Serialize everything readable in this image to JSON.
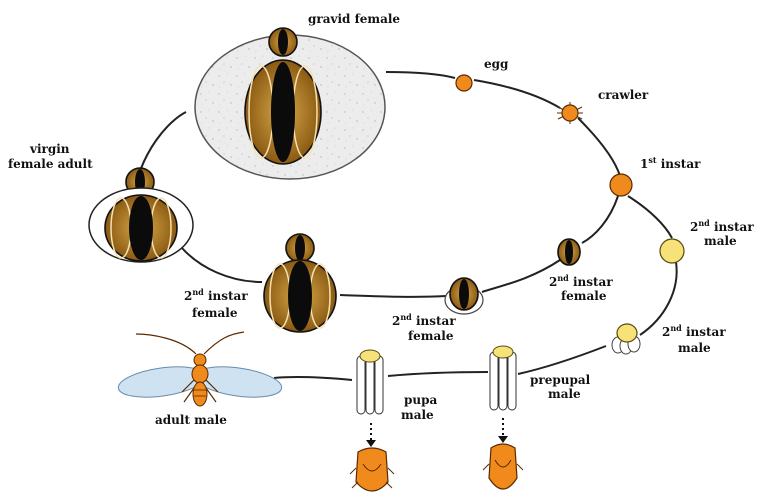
{
  "colors": {
    "gold": "#9a6b1c",
    "gold_light": "#c99a3c",
    "black": "#0b0b0b",
    "orange": "#f08a1c",
    "orange_dark": "#c0600c",
    "yellow": "#f7e27a",
    "halo": "#ececec",
    "wing": "#cfe2f2"
  },
  "labels": {
    "gravid_female": "gravid female",
    "egg": "egg",
    "crawler": "crawler",
    "first_instar_num": "1",
    "first_instar_sup": "st",
    "first_instar_word": " instar",
    "second_instar_num": "2",
    "second_instar_sup": "nd",
    "second_instar_word": " instar",
    "male": "male",
    "female": "female",
    "virgin_line1": "virgin",
    "virgin_line2": "female adult",
    "prepupal_line1": "prepupal",
    "pupa_line1": "pupa",
    "adult_male": "adult male"
  }
}
